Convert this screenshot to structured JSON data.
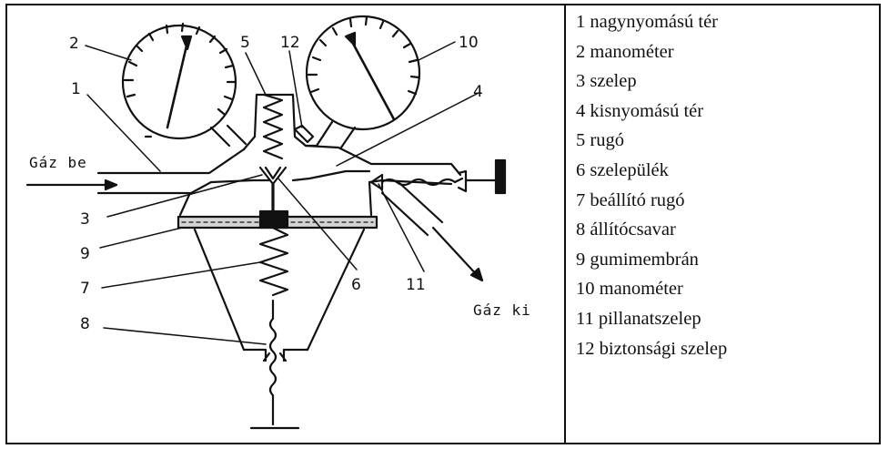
{
  "labels": {
    "n1": "1",
    "n2": "2",
    "n3": "3",
    "n4": "4",
    "n5": "5",
    "n6": "6",
    "n7": "7",
    "n8": "8",
    "n9": "9",
    "n10": "10",
    "n11": "11",
    "n12": "12",
    "gas_in": "Gáz be",
    "gas_out": "Gáz ki"
  },
  "legend": [
    "1 nagynyomású tér",
    "2 manométer",
    "3 szelep",
    "4 kisnyomású tér",
    "5 rugó",
    "6 szelepülék",
    "7 beállító rugó",
    "8 állítócsavar",
    "9 gumimembrán",
    "10 manométer",
    "11 pillanatszelep",
    "12 biztonsági szelep"
  ]
}
